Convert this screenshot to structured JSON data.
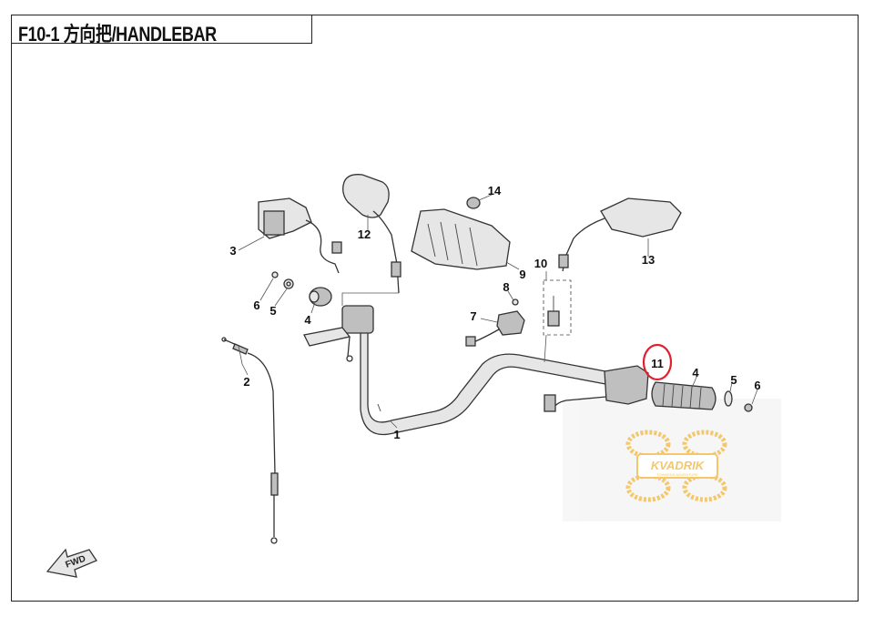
{
  "header": {
    "title": "F10-1 方向把/HANDLEBAR"
  },
  "callouts": {
    "c1": "1",
    "c2": "2",
    "c3": "3",
    "c4_left": "4",
    "c5_left": "5",
    "c6_left": "6",
    "c7": "7",
    "c8": "8",
    "c9": "9",
    "c10": "10",
    "c11": "11",
    "c12": "12",
    "c13": "13",
    "c14": "14",
    "c4_right": "4",
    "c5_right": "5",
    "c6_right": "6"
  },
  "highlight": {
    "label": "11",
    "color": "#e0202e"
  },
  "watermark": {
    "text": "KVADRIK",
    "subtext": "TOWARDS ADVENTURE",
    "color": "#f3c25a"
  },
  "fwd_badge": {
    "text": "FWD"
  }
}
